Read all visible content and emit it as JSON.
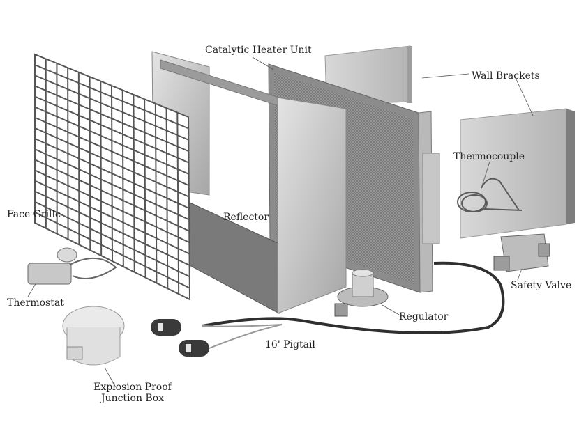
{
  "labels": {
    "catalytic_heater_unit": "Catalytic Heater Unit",
    "wall_brackets": "Wall Brackets",
    "thermocouple": "Thermocouple",
    "face_grille": "Face Grille",
    "reflector": "Reflector",
    "safety_valve": "Safety Valve",
    "thermostat": "Thermostat",
    "regulator": "Regulator",
    "pigtail": "16' Pigtail",
    "junction_box_line1": "Explosion Proof",
    "junction_box_line2": "Junction Box"
  },
  "colors": {
    "metal_light": "#c9c9c9",
    "metal_mid": "#a9a9a9",
    "metal_dark": "#6f6f6f",
    "wire": "#3a3a3a",
    "label_text": "#222222"
  }
}
